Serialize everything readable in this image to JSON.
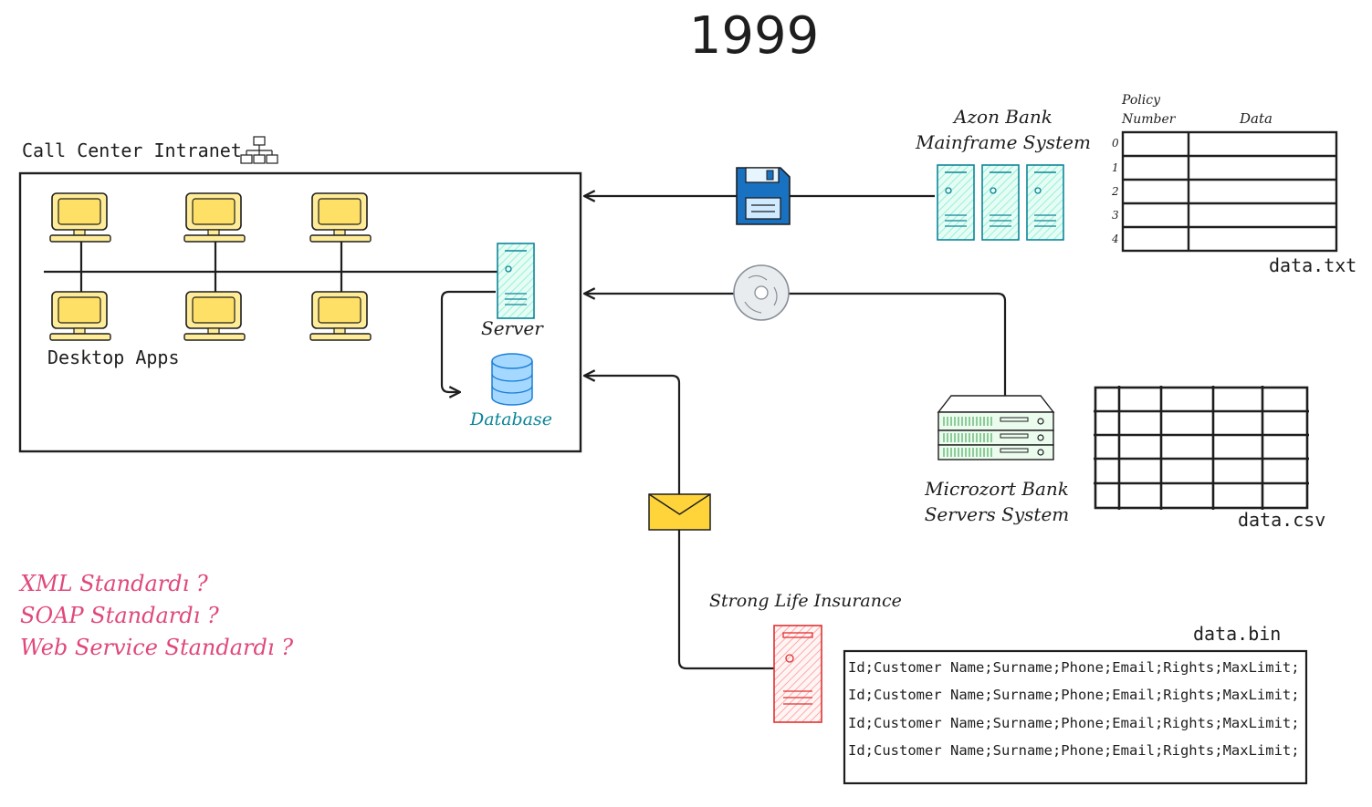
{
  "title": "1999",
  "call_center": {
    "label": "Call Center Intranet",
    "desktop_label": "Desktop Apps",
    "server_label": "Server",
    "database_label": "Database"
  },
  "azon": {
    "label_line1": "Azon Bank",
    "label_line2": "Mainframe System"
  },
  "microzort": {
    "label_line1": "Microzort Bank",
    "label_line2": "Servers System"
  },
  "strong_life": {
    "label": "Strong Life Insurance"
  },
  "data_txt": {
    "header_policy_line1": "Policy",
    "header_policy_line2": "Number",
    "header_data": "Data",
    "row_numbers": [
      "0",
      "1",
      "2",
      "3",
      "4"
    ],
    "filename": "data.txt"
  },
  "data_csv": {
    "filename": "data.csv"
  },
  "data_bin": {
    "filename": "data.bin",
    "lines": [
      "Id;Customer Name;Surname;Phone;Email;Rights;MaxLimit;",
      "Id;Customer Name;Surname;Phone;Email;Rights;MaxLimit;",
      "Id;Customer Name;Surname;Phone;Email;Rights;MaxLimit;",
      "Id;Customer Name;Surname;Phone;Email;Rights;MaxLimit;"
    ]
  },
  "questions": [
    "XML Standardı ?",
    "SOAP Standardı ?",
    "Web Service Standardı ?"
  ],
  "icons": {
    "desktop": "desktop-computer-icon",
    "server": "server-icon",
    "database": "database-icon",
    "network": "network-hierarchy-icon",
    "mainframe": "mainframe-server-icon",
    "rack": "rack-server-icon",
    "floppy": "floppy-disk-icon",
    "cd": "compact-disc-icon",
    "envelope": "envelope-icon"
  },
  "colors": {
    "desktop": "#ffec99",
    "server_stroke": "#0c8599",
    "server_fill": "#c3fae8",
    "database": "#a5d8ff",
    "floppy": "#1971c2",
    "envelope": "#ffd43b",
    "strong_server": "#e03131",
    "question_text": "#e0487a"
  }
}
